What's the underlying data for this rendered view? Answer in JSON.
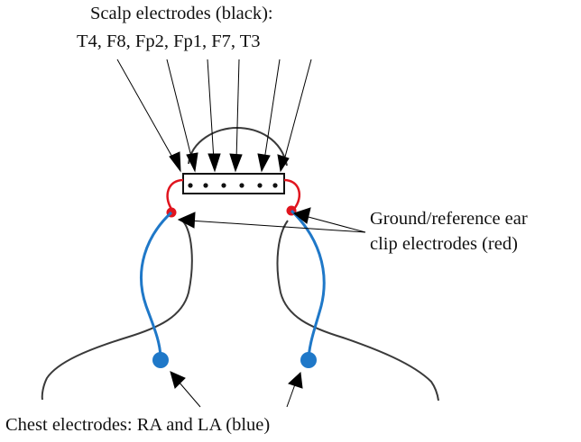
{
  "labels": {
    "scalp_line1": "Scalp electrodes (black):",
    "scalp_line2": "T4, F8, Fp2, Fp1, F7, T3",
    "ground_line1": "Ground/reference ear",
    "ground_line2": "clip electrodes (red)",
    "chest": "Chest electrodes: RA and LA (blue)"
  },
  "colors": {
    "outline": "#3a3a3a",
    "arrow": "#000000",
    "ear_clip": "#e0141e",
    "chest_lead": "#1f78c8"
  }
}
